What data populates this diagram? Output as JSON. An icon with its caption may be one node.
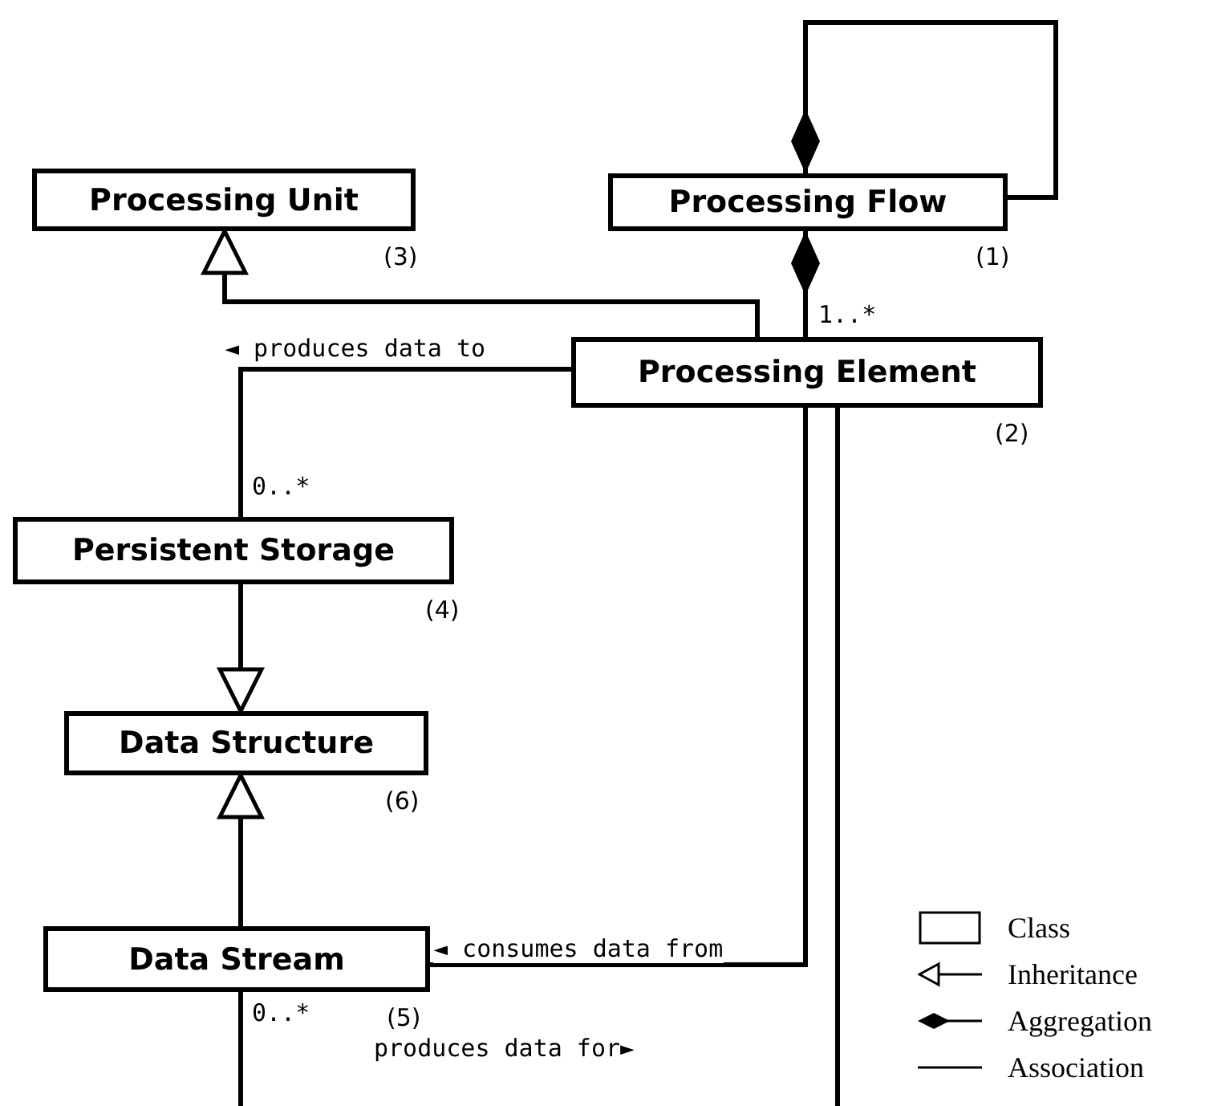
{
  "diagram": {
    "nodes": [
      {
        "text": [
          "Processing Flow"
        ],
        "beside": [
          "(1)"
        ]
      },
      {
        "text": [
          "Processing Unit"
        ],
        "beside": [
          "(3)"
        ]
      },
      {
        "text": [
          "Processing Element"
        ],
        "beside": [
          "(2)"
        ]
      },
      {
        "text": [
          "Persistent Storage"
        ],
        "beside": [
          "(4)"
        ]
      },
      {
        "text": [
          "Data Structure"
        ],
        "beside": [
          "(6)"
        ]
      },
      {
        "text": [
          "Data Stream"
        ],
        "beside": [
          "(5)"
        ]
      }
    ],
    "edges": [
      {
        "from": 0,
        "to": 0,
        "arrow": "other"
      },
      {
        "from": 2,
        "to": 0,
        "arrow": "other"
      },
      {
        "from": 2,
        "to": 1,
        "arrow": "to"
      },
      {
        "from": 2,
        "to": 3,
        "arrow": "none",
        "label": "◄ produces data to"
      },
      {
        "from": 3,
        "to": 4,
        "arrow": "to"
      },
      {
        "from": 5,
        "to": 4,
        "arrow": "to"
      },
      {
        "from": 2,
        "to": 5,
        "arrow": "none",
        "label": "◄ consumes data from"
      },
      {
        "from": 5,
        "to": 2,
        "arrow": "none",
        "label": "produces data for►"
      }
    ],
    "labels": [
      "1..*",
      "0..*",
      "0..*"
    ],
    "legend": [
      {
        "text": "Class"
      },
      {
        "text": "Inheritance"
      },
      {
        "text": "Aggregation"
      },
      {
        "text": "Association"
      }
    ]
  }
}
